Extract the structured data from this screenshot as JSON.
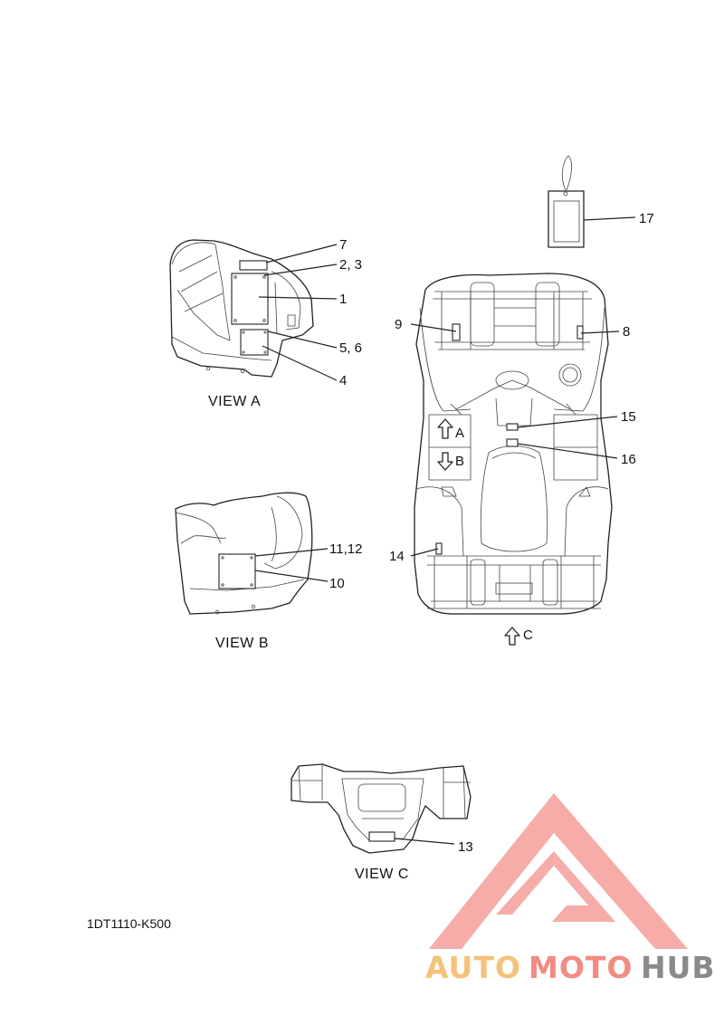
{
  "views": {
    "view_a": "VIEW A",
    "view_b": "VIEW B",
    "view_c": "VIEW C",
    "arrow_a": "A",
    "arrow_b": "B",
    "arrow_c": "C"
  },
  "callouts": {
    "c1": "1",
    "c2_3": "2, 3",
    "c4": "4",
    "c5_6": "5, 6",
    "c7": "7",
    "c8": "8",
    "c9": "9",
    "c10": "10",
    "c11_12": "11,12",
    "c13": "13",
    "c14": "14",
    "c15": "15",
    "c16": "16",
    "c17": "17"
  },
  "part_number": "1DT1110-K500",
  "watermark": {
    "auto": "AUTO",
    "moto": "MOTO",
    "hub": "HUB",
    "color_auto": "#f4c27a",
    "color_moto": "#f28b82",
    "color_hub": "#8a8a8a",
    "color_logo": "#f5a3a0"
  }
}
